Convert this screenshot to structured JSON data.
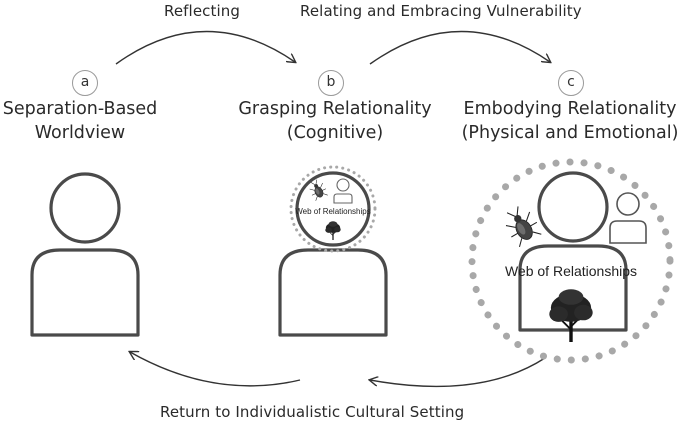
{
  "edges": {
    "a_to_b": "Reflecting",
    "b_to_c": "Relating and Embracing Vulnerability",
    "c_to_a": "Return to Individualistic Cultural Setting"
  },
  "nodes": {
    "a": {
      "letter": "a",
      "title_line1": "Separation-Based",
      "title_line2": "Worldview"
    },
    "b": {
      "letter": "b",
      "title_line1": "Grasping Relationality",
      "title_line2": "(Cognitive)"
    },
    "c": {
      "letter": "c",
      "title_line1": "Embodying Relationality",
      "title_line2": "(Physical and Emotional)"
    }
  },
  "web_label": "Web of Relationships",
  "icons": [
    "person-icon",
    "beetle-icon",
    "tree-icon",
    "small-person-icon",
    "dotted-circle",
    "arrow-icon"
  ],
  "colors": {
    "stroke": "#4a4a4a",
    "dots": "#a8a8a8",
    "text": "#2a2a2a"
  }
}
